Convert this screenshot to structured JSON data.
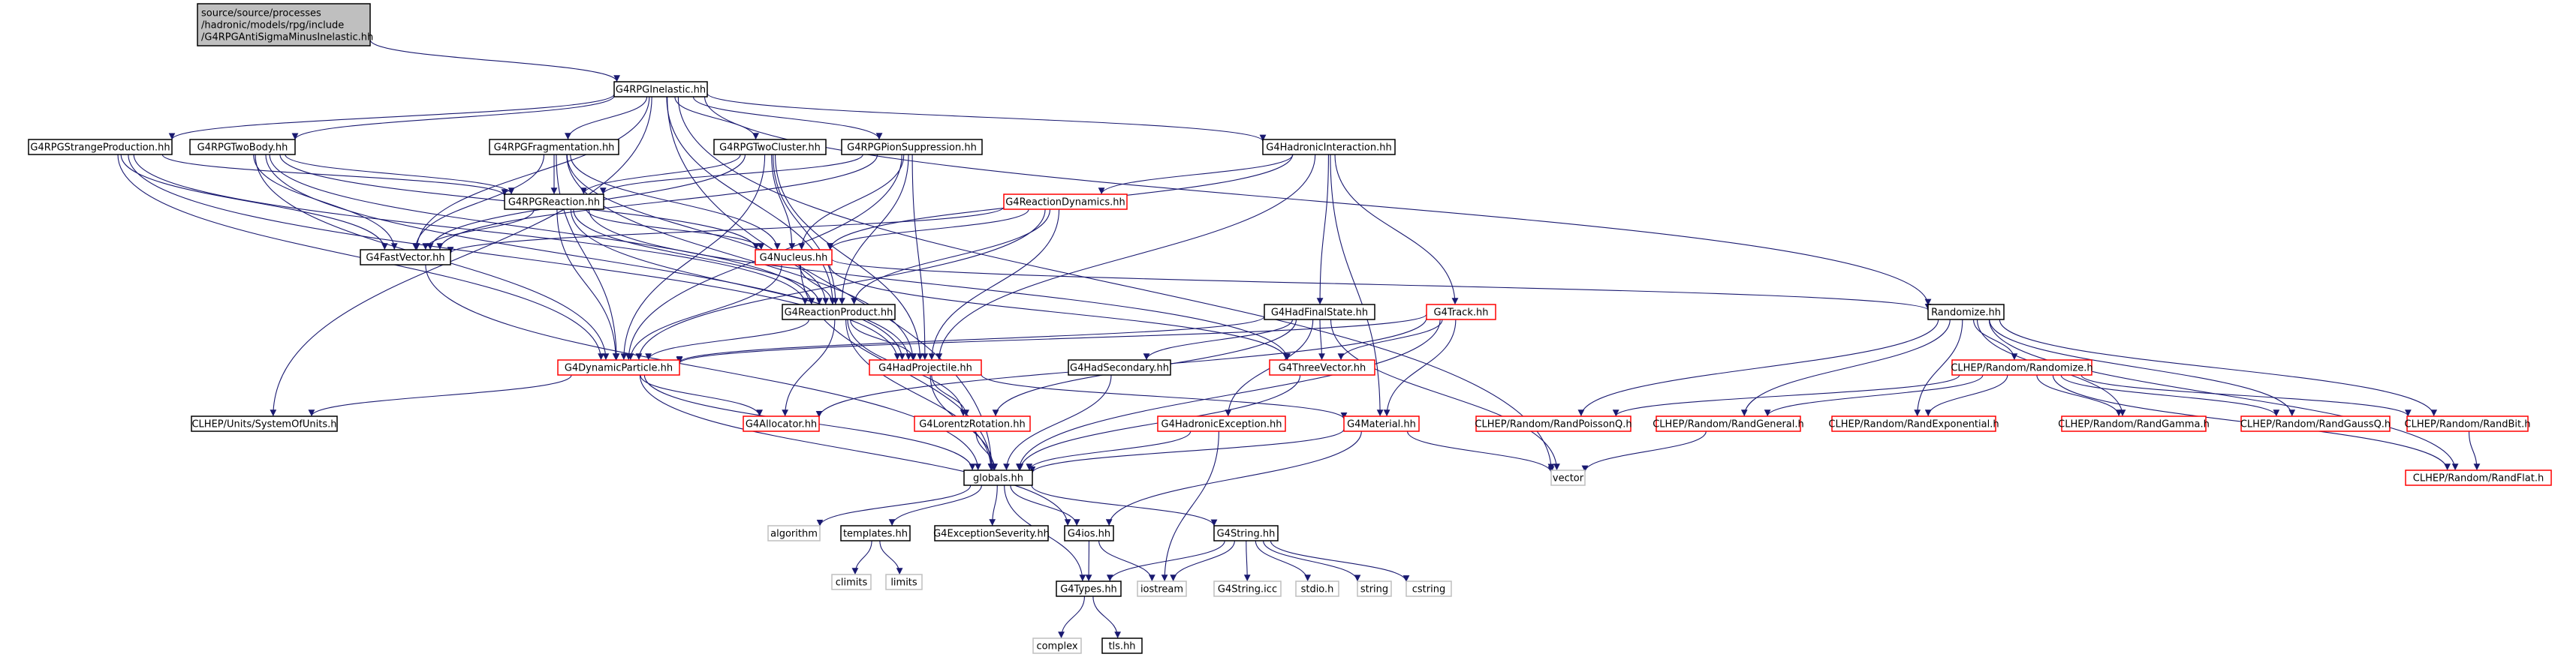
{
  "graph": {
    "colors": {
      "edge": "#191970",
      "black_border": "#000000",
      "red_border": "#ff0000",
      "gray_border": "#bfbfbf",
      "root_fill": "#bfbfbf",
      "default_fill": "#ffffff",
      "text": "#000000"
    },
    "nodes": [
      {
        "id": "root",
        "lines": [
          "source/source/processes",
          "/hadronic/models/rpg/include",
          "/G4RPGAntiSigmaMinusInelastic.hh"
        ],
        "style": "root"
      },
      {
        "id": "rpg_inelastic",
        "lines": [
          "G4RPGInelastic.hh"
        ],
        "style": "black"
      },
      {
        "id": "strange",
        "lines": [
          "G4RPGStrangeProduction.hh"
        ],
        "style": "black"
      },
      {
        "id": "twobody",
        "lines": [
          "G4RPGTwoBody.hh"
        ],
        "style": "black"
      },
      {
        "id": "frag",
        "lines": [
          "G4RPGFragmentation.hh"
        ],
        "style": "black"
      },
      {
        "id": "twocluster",
        "lines": [
          "G4RPGTwoCluster.hh"
        ],
        "style": "black"
      },
      {
        "id": "pionsupp",
        "lines": [
          "G4RPGPionSuppression.hh"
        ],
        "style": "black"
      },
      {
        "id": "hadint",
        "lines": [
          "G4HadronicInteraction.hh"
        ],
        "style": "black"
      },
      {
        "id": "rpgreaction",
        "lines": [
          "G4RPGReaction.hh"
        ],
        "style": "black"
      },
      {
        "id": "reacdyn",
        "lines": [
          "G4ReactionDynamics.hh"
        ],
        "style": "red"
      },
      {
        "id": "fastvec",
        "lines": [
          "G4FastVector.hh"
        ],
        "style": "black"
      },
      {
        "id": "nucleus",
        "lines": [
          "G4Nucleus.hh"
        ],
        "style": "red"
      },
      {
        "id": "reacprod",
        "lines": [
          "G4ReactionProduct.hh"
        ],
        "style": "black"
      },
      {
        "id": "hadfinal",
        "lines": [
          "G4HadFinalState.hh"
        ],
        "style": "black"
      },
      {
        "id": "track",
        "lines": [
          "G4Track.hh"
        ],
        "style": "red"
      },
      {
        "id": "randomize",
        "lines": [
          "Randomize.hh"
        ],
        "style": "black"
      },
      {
        "id": "dynpart",
        "lines": [
          "G4DynamicParticle.hh"
        ],
        "style": "red"
      },
      {
        "id": "hadproj",
        "lines": [
          "G4HadProjectile.hh"
        ],
        "style": "red"
      },
      {
        "id": "hadsec",
        "lines": [
          "G4HadSecondary.hh"
        ],
        "style": "black"
      },
      {
        "id": "threevec",
        "lines": [
          "G4ThreeVector.hh"
        ],
        "style": "red"
      },
      {
        "id": "clhep_randomize",
        "lines": [
          "CLHEP/Random/Randomize.h"
        ],
        "style": "red"
      },
      {
        "id": "units",
        "lines": [
          "CLHEP/Units/SystemOfUnits.h"
        ],
        "style": "black"
      },
      {
        "id": "allocator",
        "lines": [
          "G4Allocator.hh"
        ],
        "style": "red"
      },
      {
        "id": "lorentz",
        "lines": [
          "G4LorentzRotation.hh"
        ],
        "style": "red"
      },
      {
        "id": "hadexc",
        "lines": [
          "G4HadronicException.hh"
        ],
        "style": "red"
      },
      {
        "id": "material",
        "lines": [
          "G4Material.hh"
        ],
        "style": "red"
      },
      {
        "id": "poisson",
        "lines": [
          "CLHEP/Random/RandPoissonQ.h"
        ],
        "style": "red"
      },
      {
        "id": "general",
        "lines": [
          "CLHEP/Random/RandGeneral.h"
        ],
        "style": "red"
      },
      {
        "id": "exponential",
        "lines": [
          "CLHEP/Random/RandExponential.h"
        ],
        "style": "red"
      },
      {
        "id": "gamma",
        "lines": [
          "CLHEP/Random/RandGamma.h"
        ],
        "style": "red"
      },
      {
        "id": "gaussq",
        "lines": [
          "CLHEP/Random/RandGaussQ.h"
        ],
        "style": "red"
      },
      {
        "id": "randbit",
        "lines": [
          "CLHEP/Random/RandBit.h"
        ],
        "style": "red"
      },
      {
        "id": "globals",
        "lines": [
          "globals.hh"
        ],
        "style": "black"
      },
      {
        "id": "vector",
        "lines": [
          "vector"
        ],
        "style": "gray"
      },
      {
        "id": "randflat",
        "lines": [
          "CLHEP/Random/RandFlat.h"
        ],
        "style": "red"
      },
      {
        "id": "algorithm",
        "lines": [
          "algorithm"
        ],
        "style": "gray"
      },
      {
        "id": "templates",
        "lines": [
          "templates.hh"
        ],
        "style": "black"
      },
      {
        "id": "exsev",
        "lines": [
          "G4ExceptionSeverity.hh"
        ],
        "style": "black"
      },
      {
        "id": "g4ios",
        "lines": [
          "G4ios.hh"
        ],
        "style": "black"
      },
      {
        "id": "g4string",
        "lines": [
          "G4String.hh"
        ],
        "style": "black"
      },
      {
        "id": "climits",
        "lines": [
          "climits"
        ],
        "style": "gray"
      },
      {
        "id": "limits",
        "lines": [
          "limits"
        ],
        "style": "gray"
      },
      {
        "id": "g4types",
        "lines": [
          "G4Types.hh"
        ],
        "style": "black"
      },
      {
        "id": "iostream",
        "lines": [
          "iostream"
        ],
        "style": "gray"
      },
      {
        "id": "g4stringicc",
        "lines": [
          "G4String.icc"
        ],
        "style": "gray"
      },
      {
        "id": "stdio",
        "lines": [
          "stdio.h"
        ],
        "style": "gray"
      },
      {
        "id": "string",
        "lines": [
          "string"
        ],
        "style": "gray"
      },
      {
        "id": "cstring",
        "lines": [
          "cstring"
        ],
        "style": "gray"
      },
      {
        "id": "complex",
        "lines": [
          "complex"
        ],
        "style": "gray"
      },
      {
        "id": "tls",
        "lines": [
          "tls.hh"
        ],
        "style": "black"
      }
    ],
    "edges": [
      [
        "root",
        "rpg_inelastic"
      ],
      [
        "rpg_inelastic",
        "strange"
      ],
      [
        "rpg_inelastic",
        "twobody"
      ],
      [
        "rpg_inelastic",
        "frag"
      ],
      [
        "rpg_inelastic",
        "twocluster"
      ],
      [
        "rpg_inelastic",
        "pionsupp"
      ],
      [
        "rpg_inelastic",
        "hadint"
      ],
      [
        "rpg_inelastic",
        "randomize"
      ],
      [
        "rpg_inelastic",
        "fastvec"
      ],
      [
        "rpg_inelastic",
        "reacprod"
      ],
      [
        "rpg_inelastic",
        "units"
      ],
      [
        "rpg_inelastic",
        "globals"
      ],
      [
        "rpg_inelastic",
        "vector"
      ],
      [
        "strange",
        "rpgreaction"
      ],
      [
        "strange",
        "fastvec"
      ],
      [
        "strange",
        "reacprod"
      ],
      [
        "strange",
        "dynpart"
      ],
      [
        "strange",
        "hadproj"
      ],
      [
        "twobody",
        "rpgreaction"
      ],
      [
        "twobody",
        "fastvec"
      ],
      [
        "twobody",
        "nucleus"
      ],
      [
        "twobody",
        "reacprod"
      ],
      [
        "twobody",
        "dynpart"
      ],
      [
        "twobody",
        "hadproj"
      ],
      [
        "frag",
        "rpgreaction"
      ],
      [
        "frag",
        "fastvec"
      ],
      [
        "frag",
        "nucleus"
      ],
      [
        "frag",
        "reacprod"
      ],
      [
        "frag",
        "dynpart"
      ],
      [
        "frag",
        "hadproj"
      ],
      [
        "twocluster",
        "rpgreaction"
      ],
      [
        "twocluster",
        "fastvec"
      ],
      [
        "twocluster",
        "nucleus"
      ],
      [
        "twocluster",
        "reacprod"
      ],
      [
        "twocluster",
        "dynpart"
      ],
      [
        "twocluster",
        "hadproj"
      ],
      [
        "pionsupp",
        "rpgreaction"
      ],
      [
        "pionsupp",
        "fastvec"
      ],
      [
        "pionsupp",
        "nucleus"
      ],
      [
        "pionsupp",
        "reacprod"
      ],
      [
        "pionsupp",
        "dynpart"
      ],
      [
        "pionsupp",
        "hadproj"
      ],
      [
        "hadint",
        "reacdyn"
      ],
      [
        "hadint",
        "nucleus"
      ],
      [
        "hadint",
        "hadfinal"
      ],
      [
        "hadint",
        "track"
      ],
      [
        "hadint",
        "hadproj"
      ],
      [
        "hadint",
        "material"
      ],
      [
        "rpgreaction",
        "fastvec"
      ],
      [
        "rpgreaction",
        "nucleus"
      ],
      [
        "rpgreaction",
        "reacprod"
      ],
      [
        "rpgreaction",
        "dynpart"
      ],
      [
        "rpgreaction",
        "hadproj"
      ],
      [
        "rpgreaction",
        "threevec"
      ],
      [
        "reacdyn",
        "fastvec"
      ],
      [
        "reacdyn",
        "nucleus"
      ],
      [
        "reacdyn",
        "reacprod"
      ],
      [
        "reacdyn",
        "dynpart"
      ],
      [
        "reacdyn",
        "hadproj"
      ],
      [
        "fastvec",
        "globals"
      ],
      [
        "nucleus",
        "reacprod"
      ],
      [
        "nucleus",
        "dynpart"
      ],
      [
        "nucleus",
        "globals"
      ],
      [
        "nucleus",
        "threevec"
      ],
      [
        "nucleus",
        "randomize"
      ],
      [
        "reacprod",
        "dynpart"
      ],
      [
        "reacprod",
        "hadproj"
      ],
      [
        "reacprod",
        "allocator"
      ],
      [
        "reacprod",
        "globals"
      ],
      [
        "reacprod",
        "lorentz"
      ],
      [
        "hadfinal",
        "dynpart"
      ],
      [
        "hadfinal",
        "hadsec"
      ],
      [
        "hadfinal",
        "threevec"
      ],
      [
        "hadfinal",
        "lorentz"
      ],
      [
        "hadfinal",
        "hadexc"
      ],
      [
        "hadfinal",
        "vector"
      ],
      [
        "track",
        "dynpart"
      ],
      [
        "track",
        "threevec"
      ],
      [
        "track",
        "material"
      ],
      [
        "track",
        "allocator"
      ],
      [
        "track",
        "globals"
      ],
      [
        "randomize",
        "poisson"
      ],
      [
        "randomize",
        "general"
      ],
      [
        "randomize",
        "exponential"
      ],
      [
        "randomize",
        "gamma"
      ],
      [
        "randomize",
        "gaussq"
      ],
      [
        "randomize",
        "randbit"
      ],
      [
        "randomize",
        "clhep_randomize"
      ],
      [
        "randomize",
        "randflat"
      ],
      [
        "dynpart",
        "units"
      ],
      [
        "dynpart",
        "allocator"
      ],
      [
        "dynpart",
        "globals"
      ],
      [
        "dynpart",
        "g4ios"
      ],
      [
        "hadproj",
        "material"
      ],
      [
        "hadproj",
        "globals"
      ],
      [
        "hadproj",
        "lorentz"
      ],
      [
        "hadsec",
        "globals"
      ],
      [
        "threevec",
        "globals"
      ],
      [
        "clhep_randomize",
        "poisson"
      ],
      [
        "clhep_randomize",
        "general"
      ],
      [
        "clhep_randomize",
        "exponential"
      ],
      [
        "clhep_randomize",
        "gamma"
      ],
      [
        "clhep_randomize",
        "gaussq"
      ],
      [
        "clhep_randomize",
        "randbit"
      ],
      [
        "clhep_randomize",
        "randflat"
      ],
      [
        "lorentz",
        "globals"
      ],
      [
        "hadexc",
        "globals"
      ],
      [
        "hadexc",
        "iostream"
      ],
      [
        "material",
        "globals"
      ],
      [
        "material",
        "g4ios"
      ],
      [
        "material",
        "vector"
      ],
      [
        "general",
        "vector"
      ],
      [
        "randbit",
        "randflat"
      ],
      [
        "globals",
        "algorithm"
      ],
      [
        "globals",
        "templates"
      ],
      [
        "globals",
        "exsev"
      ],
      [
        "globals",
        "g4ios"
      ],
      [
        "globals",
        "g4string"
      ],
      [
        "globals",
        "g4types"
      ],
      [
        "templates",
        "climits"
      ],
      [
        "templates",
        "limits"
      ],
      [
        "g4ios",
        "g4types"
      ],
      [
        "g4ios",
        "iostream"
      ],
      [
        "g4string",
        "g4types"
      ],
      [
        "g4string",
        "iostream"
      ],
      [
        "g4string",
        "g4stringicc"
      ],
      [
        "g4string",
        "stdio"
      ],
      [
        "g4string",
        "string"
      ],
      [
        "g4string",
        "cstring"
      ],
      [
        "g4types",
        "complex"
      ],
      [
        "g4types",
        "tls"
      ]
    ]
  }
}
